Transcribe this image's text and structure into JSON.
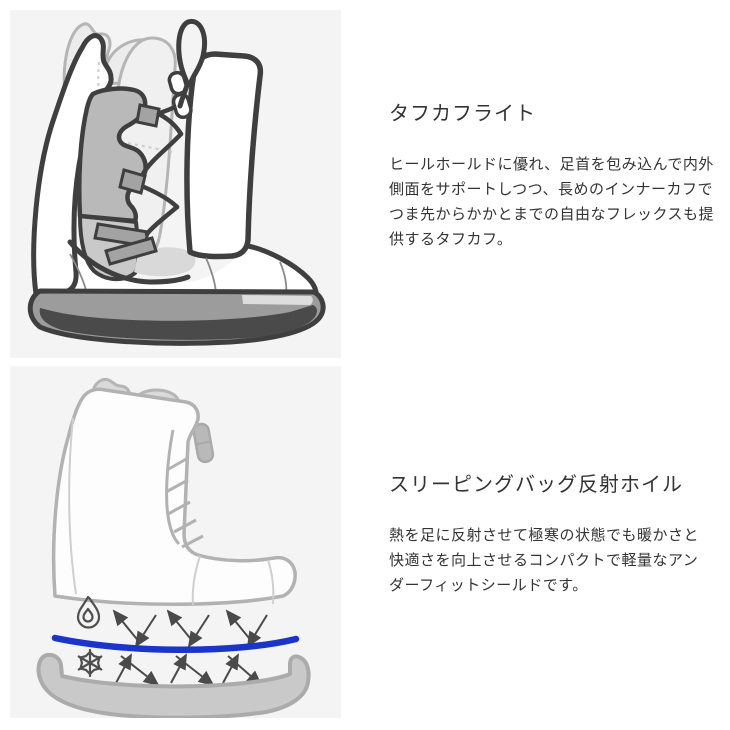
{
  "sections": [
    {
      "heading": "タフカフライト",
      "body": "ヒールホールドに優れ、足首を包み込んで内外\n側面をサポートしつつ、長めのインナーカフで\nつま先からかかとまでの自由なフレックスも提\n供するタフカフ。"
    },
    {
      "heading": "スリーピングバッグ反射ホイル",
      "body": "熱を足に反射させて極寒の状態でも暖かさと\n快適さを向上させるコンパクトで軽量なアン\nダーフィットシールドです。",
      "icons": [
        "flame-icon",
        "snowflake-icon"
      ]
    }
  ],
  "colors": {
    "panel_background": "#f4f4f5",
    "text": "#333333",
    "boot_outline_dark": "#3f3f3f",
    "boot_outline_light": "#b2b2b2",
    "inner_harness_gray": "#b9b9b9",
    "reflective_foil_blue": "#1a35c8",
    "arrow_gray": "#4a4a4a"
  }
}
